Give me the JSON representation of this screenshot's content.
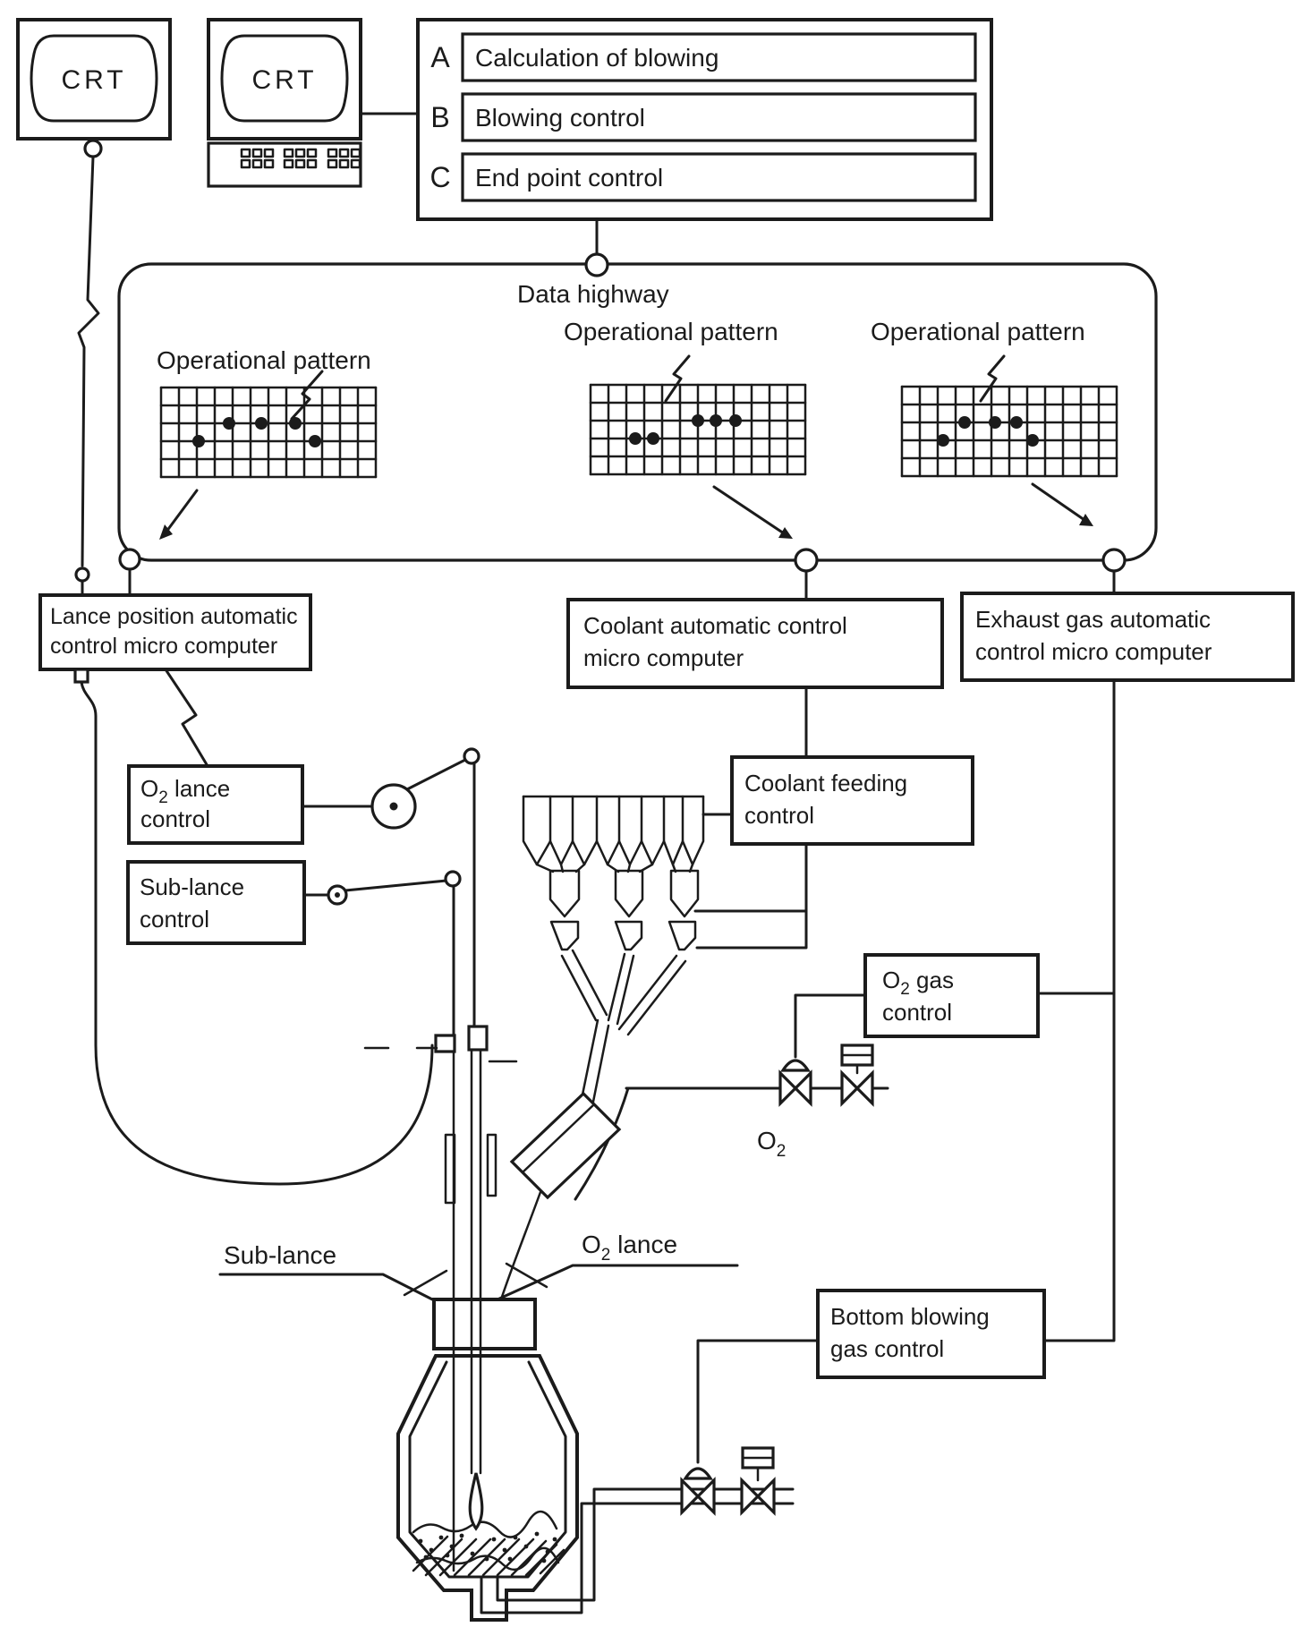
{
  "monitors": {
    "crt_left": "CRT",
    "crt_right": "CRT"
  },
  "program_panel": {
    "rows": [
      {
        "key": "A",
        "label": "Calculation of blowing"
      },
      {
        "key": "B",
        "label": "Blowing control"
      },
      {
        "key": "C",
        "label": "End point control"
      }
    ]
  },
  "data_highway": {
    "label": "Data highway"
  },
  "patterns": {
    "label1": "Operational pattern",
    "label2": "Operational pattern",
    "label3": "Operational pattern"
  },
  "computers": {
    "lance_position": {
      "line1": "Lance position automatic",
      "line2": "control micro computer"
    },
    "coolant": {
      "line1": "Coolant automatic control",
      "line2": "micro computer"
    },
    "exhaust": {
      "line1": "Exhaust gas automatic",
      "line2": "control micro computer"
    }
  },
  "controls": {
    "o2_lance": {
      "o": "O",
      "sub": "2",
      "rest": " lance",
      "line2": "control"
    },
    "sub_lance": {
      "line1": "Sub-lance",
      "line2": "control"
    },
    "coolant_feeding": {
      "line1": "Coolant feeding",
      "line2": "control"
    },
    "o2_gas": {
      "o": "O",
      "sub": "2",
      "rest": " gas",
      "line2": "control"
    },
    "bottom_blowing": {
      "line1": "Bottom blowing",
      "line2": "gas control"
    }
  },
  "annotations": {
    "sub_lance_label": "Sub-lance",
    "o2_lance_label": {
      "o": "O",
      "sub": "2",
      "rest": " lance"
    },
    "o2_label": {
      "o": "O",
      "sub": "2"
    }
  },
  "colors": {
    "ink": "#1b1b1b",
    "background": "#ffffff"
  }
}
